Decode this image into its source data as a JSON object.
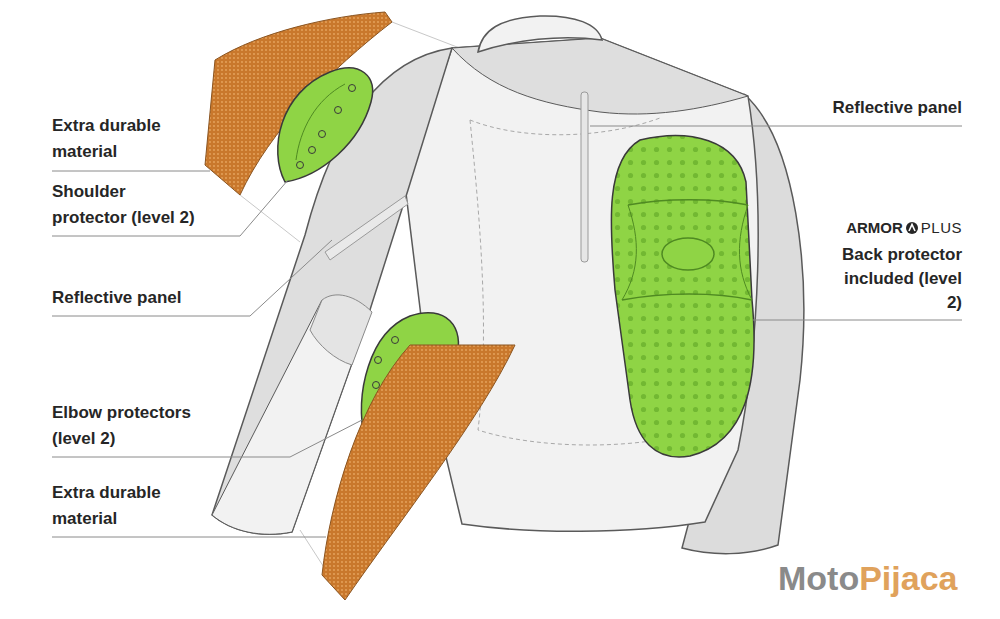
{
  "diagram": {
    "labels": [
      "Extra durable material",
      "Shoulder protector (level 2)",
      "Reflective panel",
      "Elbow protectors (level 2)",
      "Extra durable material",
      "Reflective panel",
      "ARMOR",
      "PLUS",
      "Back protector included (level 2)",
      "Moto",
      "Pijaca"
    ]
  }
}
